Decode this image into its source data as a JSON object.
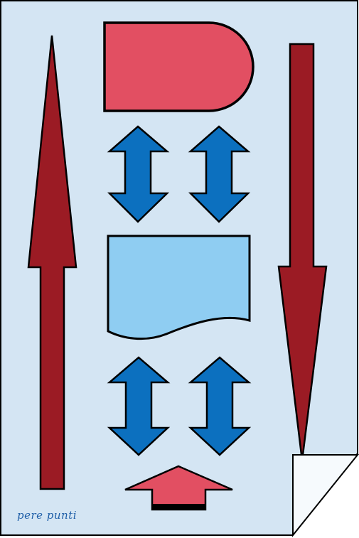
{
  "diagram": {
    "signature": "pere punti",
    "nodes": [
      {
        "id": "terminal",
        "shape": "delay",
        "label": ""
      },
      {
        "id": "document",
        "shape": "document",
        "label": ""
      }
    ],
    "edges": [
      {
        "from": "terminal",
        "to": "document",
        "type": "bidirectional"
      },
      {
        "from": "terminal",
        "to": "document",
        "type": "bidirectional"
      },
      {
        "from": "document",
        "to": "input",
        "type": "bidirectional"
      },
      {
        "from": "document",
        "to": "input",
        "type": "bidirectional"
      }
    ],
    "flow_arrows": [
      {
        "side": "left",
        "direction": "up"
      },
      {
        "side": "right",
        "direction": "down"
      }
    ],
    "colors": {
      "background": "#d4e5f3",
      "outline": "#000000",
      "flow_arrow": "#9b1b24",
      "terminal_fill": "#e24f62",
      "document_fill": "#8fcdf2",
      "connector_fill": "#0c70bf",
      "page_curl": "#f6fafd"
    }
  }
}
